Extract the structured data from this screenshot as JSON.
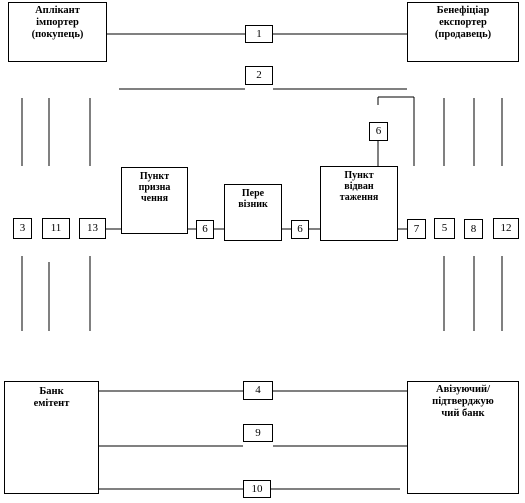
{
  "parties": {
    "applicant": "Аплікант\nімпортер\n(покупець)",
    "beneficiary": "Бенефіціар\nекспортер\n(продавець)",
    "issuing_bank": "Банк\nемітент",
    "advising_bank": "Авізуючий/\nпідтверджую\nчий    банк"
  },
  "nodes": {
    "destination_point": "Пункт\nпризна\nчення",
    "carrier": "Пере\nвізник",
    "shipping_point": "Пункт\nвідван\nтаження"
  },
  "step_labels": {
    "s1": "1",
    "s2": "2",
    "s3": "3",
    "s4": "4",
    "s5": "5",
    "s6a": "6",
    "s6b": "6",
    "s6c": "6",
    "s7": "7",
    "s8": "8",
    "s9": "9",
    "s10": "10",
    "s11": "11",
    "s12": "12",
    "s13": "13"
  }
}
